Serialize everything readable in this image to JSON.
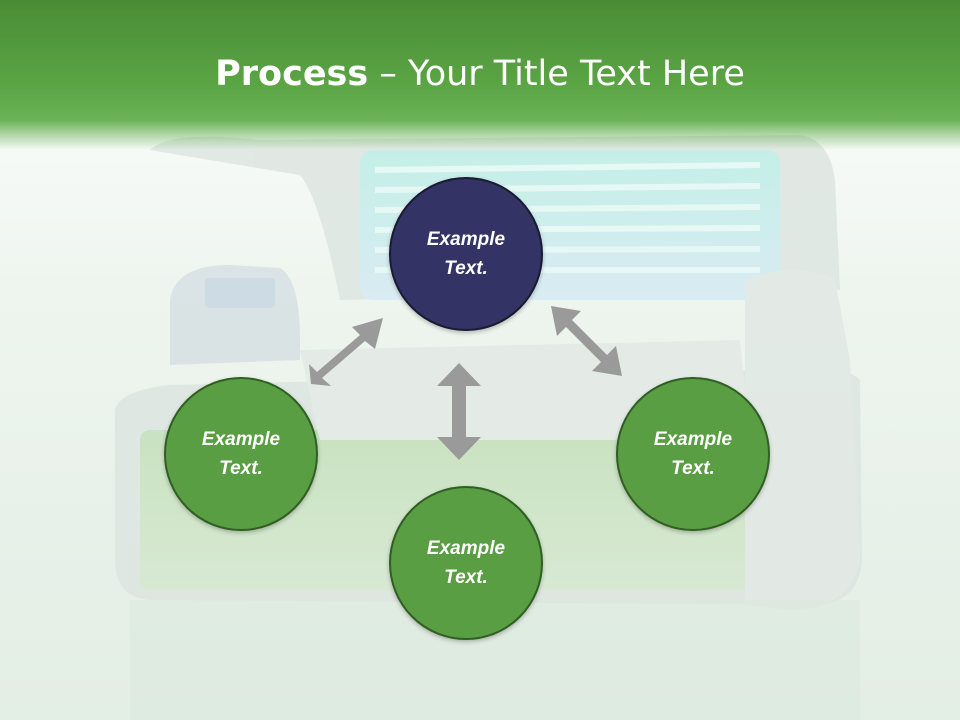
{
  "slide": {
    "title_bold": "Process",
    "title_rest": " – Your Title Text Here"
  },
  "colors": {
    "header_green": "#5aa444",
    "node_green": "#5a9e44",
    "node_navy": "#333366",
    "arrow_gray": "#9a9a9a"
  },
  "diagram": {
    "nodes": [
      {
        "id": "top",
        "label": "Example\nText."
      },
      {
        "id": "left",
        "label": "Example\nText."
      },
      {
        "id": "right",
        "label": "Example\nText."
      },
      {
        "id": "bottom",
        "label": "Example\nText."
      }
    ],
    "arrows": [
      {
        "from": "top",
        "to": "left",
        "bidirectional": true
      },
      {
        "from": "top",
        "to": "right",
        "bidirectional": true
      },
      {
        "from": "top",
        "to": "bottom",
        "bidirectional": true
      }
    ]
  }
}
